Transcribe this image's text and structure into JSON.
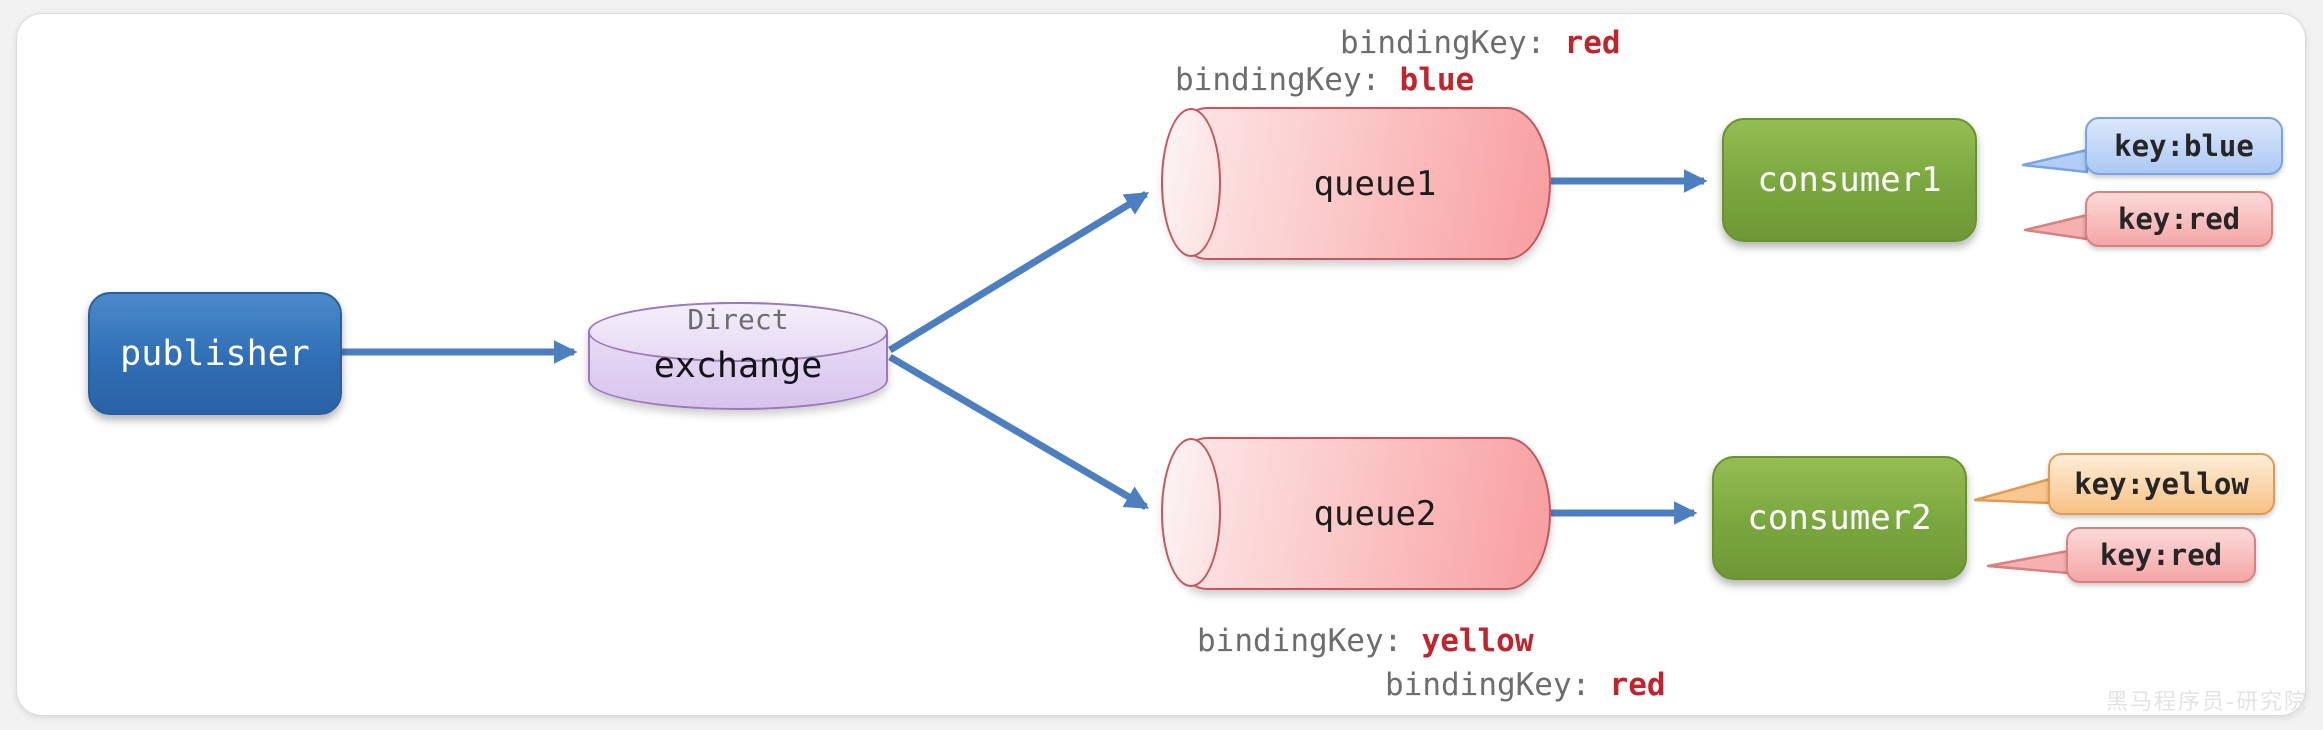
{
  "diagram": {
    "watermark": "黑马程序员-研究院",
    "colors": {
      "arrow": "#4d7fc0",
      "publisher_node": "#306eb5",
      "exchange_node": "#d8c3ee",
      "queue_node": "#f89da0",
      "consumer_node": "#7aa63f",
      "binding_prefix_text": "#6d6d6d",
      "binding_value_text": "#c0242c",
      "tag_blue": "#abc9f4",
      "tag_red": "#f4a6a6",
      "tag_yellow": "#f8c184"
    },
    "nodes": {
      "publisher": {
        "label": "publisher"
      },
      "exchange": {
        "type": "Direct",
        "label": "exchange"
      },
      "queue1": {
        "label": "queue1"
      },
      "queue2": {
        "label": "queue2"
      },
      "consumer1": {
        "label": "consumer1"
      },
      "consumer2": {
        "label": "consumer2"
      }
    },
    "bindings": {
      "queue1": [
        {
          "prefix": "bindingKey:",
          "value": "red"
        },
        {
          "prefix": "bindingKey:",
          "value": "blue"
        }
      ],
      "queue2": [
        {
          "prefix": "bindingKey:",
          "value": "yellow"
        },
        {
          "prefix": "bindingKey:",
          "value": "red"
        }
      ]
    },
    "tags": {
      "consumer1": [
        {
          "label": "key:blue",
          "variant": "blue"
        },
        {
          "label": "key:red",
          "variant": "red"
        }
      ],
      "consumer2": [
        {
          "label": "key:yellow",
          "variant": "yellow"
        },
        {
          "label": "key:red",
          "variant": "red"
        }
      ]
    },
    "edges": [
      {
        "from": "publisher",
        "to": "exchange"
      },
      {
        "from": "exchange",
        "to": "queue1"
      },
      {
        "from": "exchange",
        "to": "queue2"
      },
      {
        "from": "queue1",
        "to": "consumer1"
      },
      {
        "from": "queue2",
        "to": "consumer2"
      }
    ]
  }
}
